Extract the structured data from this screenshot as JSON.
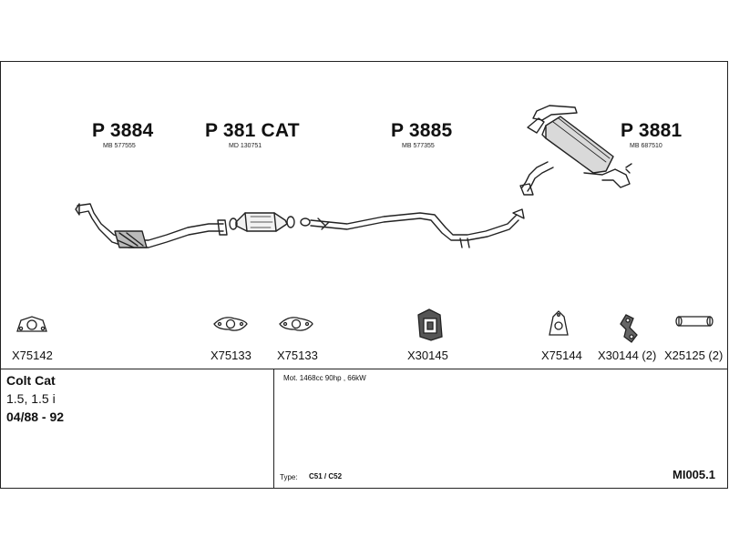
{
  "parts": [
    {
      "code": "P 3884",
      "ref": "MB 577555"
    },
    {
      "code": "P 381 CAT",
      "ref": "MD 130751"
    },
    {
      "code": "P 3885",
      "ref": "MB 577355"
    },
    {
      "code": "P 3881",
      "ref": "MB 687510"
    }
  ],
  "accessories": [
    "X75142",
    "X75133",
    "X75133",
    "X30145",
    "X75144",
    "X30144 (2)",
    "X25125 (2)"
  ],
  "vehicle": {
    "model": "Colt Cat",
    "engine": "1.5, 1.5 i",
    "years": "04/88 - 92"
  },
  "motor_spec": "Mot. 1468cc 90hp , 66kW",
  "type_label": "Type:",
  "type_value": "C51 / C52",
  "diagram_code": "MI005.1"
}
